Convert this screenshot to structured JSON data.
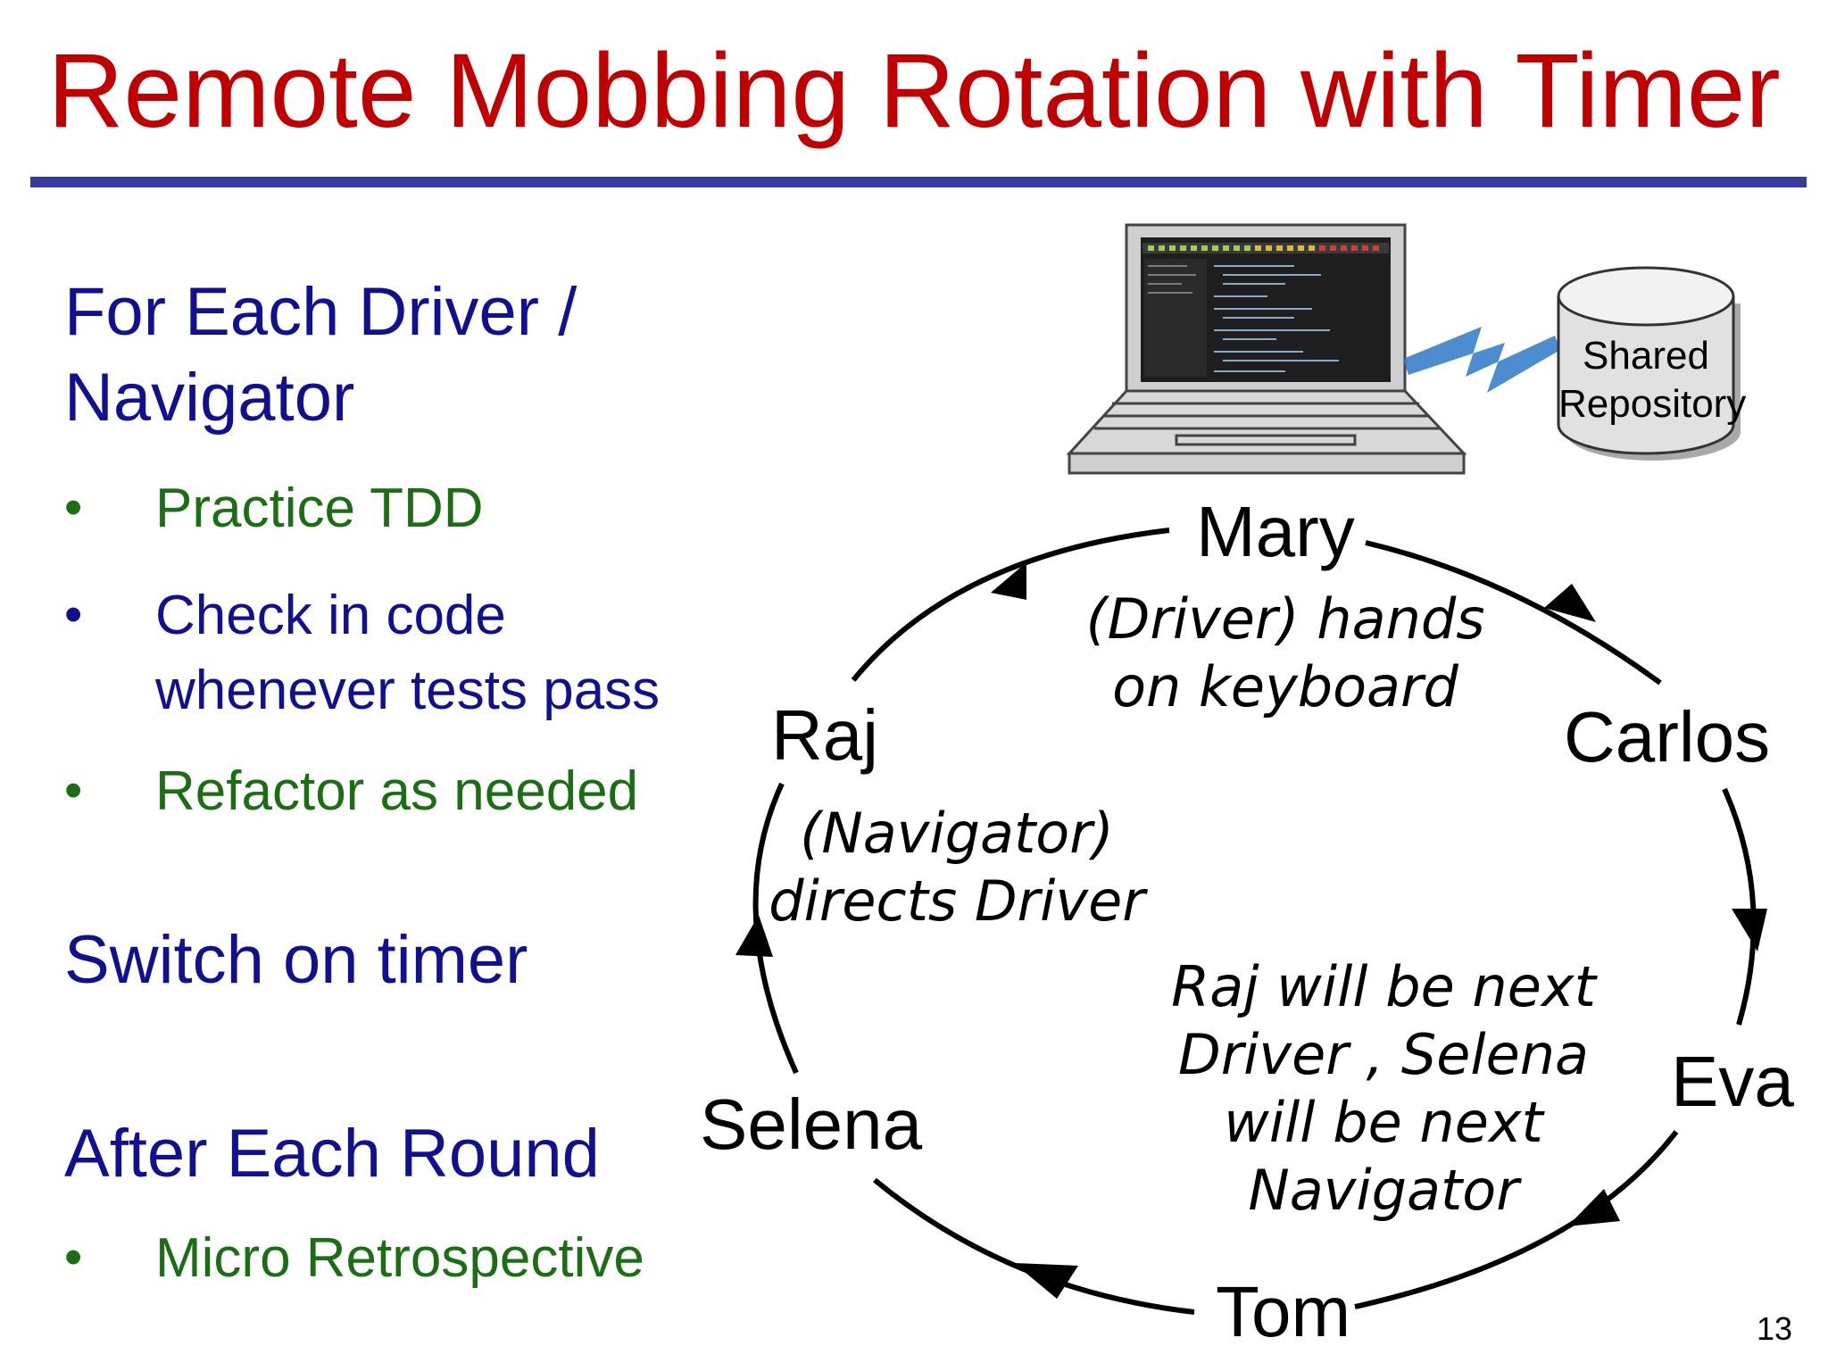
{
  "title": "Remote Mobbing Rotation with Timer",
  "left": {
    "heading1": [
      "For Each Driver /",
      "Navigator"
    ],
    "bullets1": [
      {
        "lines": [
          "Practice TDD"
        ],
        "color": "#1b6e14"
      },
      {
        "lines": [
          "Check in code",
          "whenever tests pass"
        ],
        "color": "#101090"
      },
      {
        "lines": [
          "Refactor as needed"
        ],
        "color": "#1b6e14"
      }
    ],
    "heading2": "Switch on timer",
    "heading3": "After Each Round",
    "bullets3": [
      {
        "lines": [
          "Micro Retrospective"
        ],
        "color": "#1b6e14"
      }
    ],
    "bullet_glyph": "•"
  },
  "diagram": {
    "repository": {
      "line1": "Shared",
      "line2": "Repository"
    },
    "names": {
      "mary": "Mary",
      "carlos": "Carlos",
      "eva": "Eva",
      "tom": "Tom",
      "selena": "Selena",
      "raj": "Raj"
    },
    "notes": {
      "driver": [
        "(Driver) hands",
        "on keyboard"
      ],
      "navigator": [
        "(Navigator)",
        "directs Driver"
      ],
      "next": [
        "Raj will be next",
        "Driver , Selena",
        "will be next",
        "Navigator"
      ]
    }
  },
  "page_number": "13"
}
